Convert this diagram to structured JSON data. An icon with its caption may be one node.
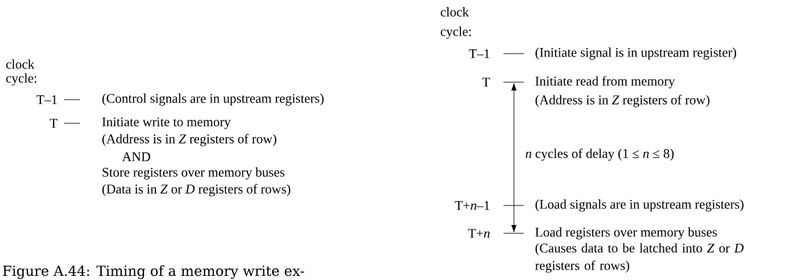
{
  "diagram": {
    "caption": "Figure A.44: Timing of a memory write ex-",
    "labels": [
      "clock",
      "cycle:",
      "T–1",
      "(Control signals are in upstream registers)",
      "T",
      "Initiate write to memory",
      "(Address is in *Z* registers of row)",
      "AND",
      "Store registers over memory buses",
      "(Data is in *Z* or *D* registers of rows)",
      "clock",
      "cycle:",
      "T–1",
      "(Initiate signal is in upstream register)",
      "T",
      "Initiate read from memory",
      "(Address is in *Z* registers of row)",
      "*n* cycles of delay  (1 ≤ *n* ≤ 8)",
      "T+*n*–1",
      "(Load signals are in upstream registers)",
      "T+*n*",
      "Load registers over memory buses",
      "(Causes data to be latched into *Z* or *D* registers of rows)"
    ]
  }
}
